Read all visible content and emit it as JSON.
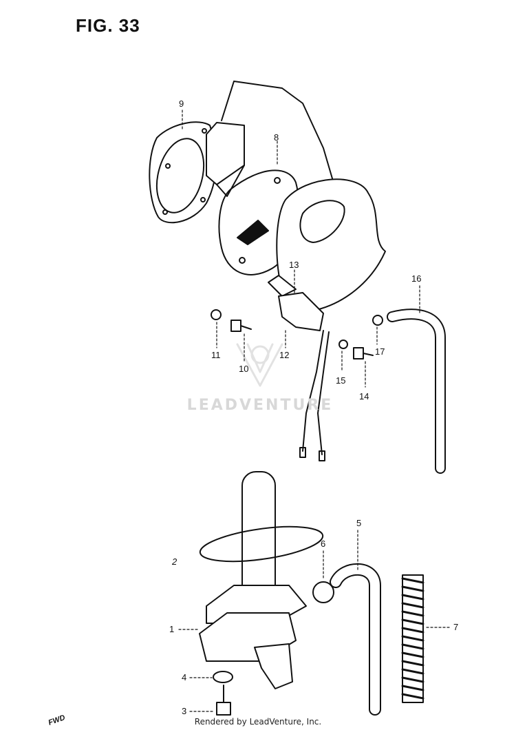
{
  "figure": {
    "title": "FIG. 33"
  },
  "callouts": [
    "9",
    "8",
    "13",
    "16",
    "11",
    "10",
    "12",
    "15",
    "17",
    "14",
    "2",
    "6",
    "5",
    "1",
    "7",
    "4",
    "3"
  ],
  "watermark": "LEADVENTURE",
  "footer": "Rendered by LeadVenture, Inc.",
  "fwd_marker": "FWD"
}
